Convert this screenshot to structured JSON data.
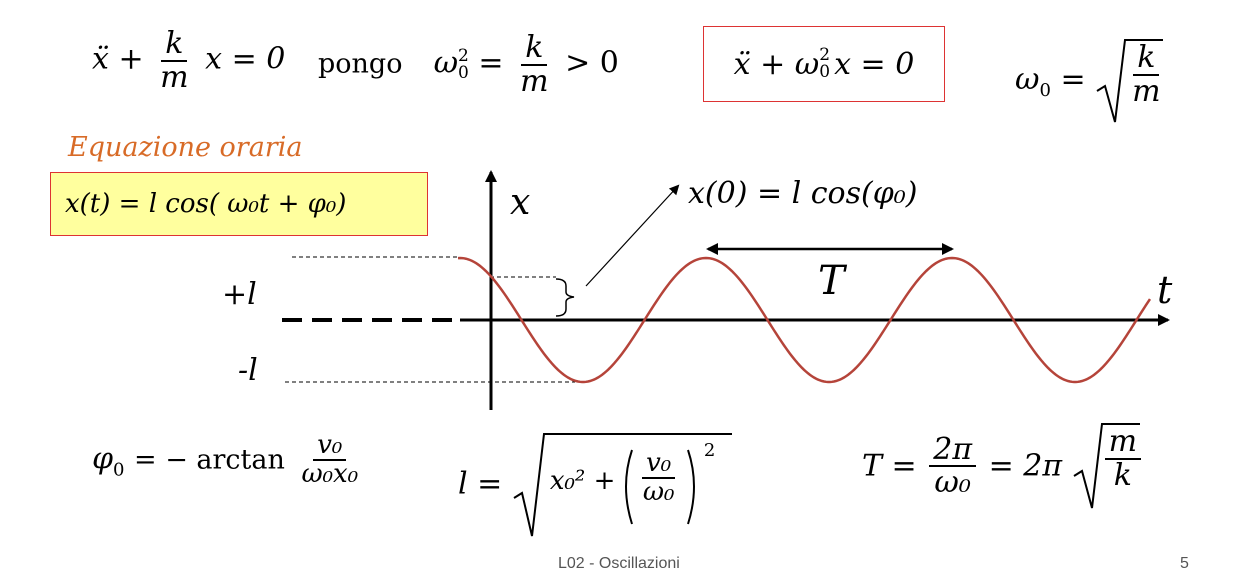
{
  "equations": {
    "ode": {
      "lhs_dd": "ẍ",
      "plus": "+",
      "num": "k",
      "den": "m",
      "rest": "x = 0"
    },
    "pongo": {
      "label": "pongo",
      "omega": "ω",
      "sub": "0",
      "sup": "2",
      "eq": "=",
      "num": "k",
      "den": "m",
      "gt": "> 0"
    },
    "boxed": {
      "pre": "ẍ + ω",
      "sub": "0",
      "sup": "2",
      "post": "x = 0"
    },
    "omega0": {
      "lhs": "ω",
      "sub": "0",
      "eq": "=",
      "num": "k",
      "den": "m"
    },
    "phi0": {
      "lhs": "φ",
      "sub": "0",
      "eq": "= − arctan",
      "num": "v₀",
      "den": "ω₀x₀"
    },
    "amp": {
      "lhs": "l =",
      "inner": "x₀² + ",
      "num": "v₀",
      "den": "ω₀",
      "exp": "2"
    },
    "period": {
      "lhs": "T =",
      "num": "2π",
      "den": "ω₀",
      "mid": "= 2π",
      "rnum": "m",
      "rden": "k"
    }
  },
  "subtitle": "Equazione oraria",
  "hourly_eq": "x(t) = l cos( ω₀t + φ₀)",
  "graph": {
    "axis_x_label": "x",
    "axis_t_label": "t",
    "plus_l": "+l",
    "minus_l": "-l",
    "period_label": "T",
    "x0_label": "x(0) = l cos(φ₀)",
    "curve_color": "#b5443a"
  },
  "footer": {
    "title": "L02 - Oscillazioni",
    "page": "5"
  }
}
